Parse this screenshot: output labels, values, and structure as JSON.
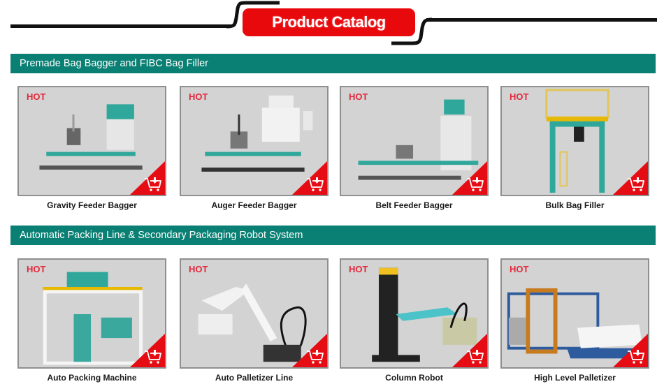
{
  "header": {
    "title": "Product Catalog"
  },
  "colors": {
    "accent_red": "#e8090c",
    "section_teal": "#0a8074",
    "hot_red": "#e3283a",
    "card_bg": "#d3d3d3"
  },
  "sections": [
    {
      "title": "Premade Bag Bagger and FIBC Bag Filler",
      "products": [
        {
          "badge": "HOT",
          "name": "Gravity Feeder Bagger",
          "icon": "cart-download-icon"
        },
        {
          "badge": "HOT",
          "name": "Auger Feeder Bagger",
          "icon": "cart-download-icon"
        },
        {
          "badge": "HOT",
          "name": "Belt Feeder Bagger",
          "icon": "cart-download-icon"
        },
        {
          "badge": "HOT",
          "name": "Bulk Bag Filler",
          "icon": "cart-download-icon"
        }
      ]
    },
    {
      "title": "Automatic Packing Line & Secondary Packaging Robot System",
      "products": [
        {
          "badge": "HOT",
          "name": "Auto Packing Machine",
          "icon": "cart-download-icon"
        },
        {
          "badge": "HOT",
          "name": "Auto Palletizer Line",
          "icon": "cart-download-icon"
        },
        {
          "badge": "HOT",
          "name": "Column Robot",
          "icon": "cart-download-icon"
        },
        {
          "badge": "HOT",
          "name": "High Level Palletizer",
          "icon": "cart-download-icon"
        }
      ]
    }
  ]
}
